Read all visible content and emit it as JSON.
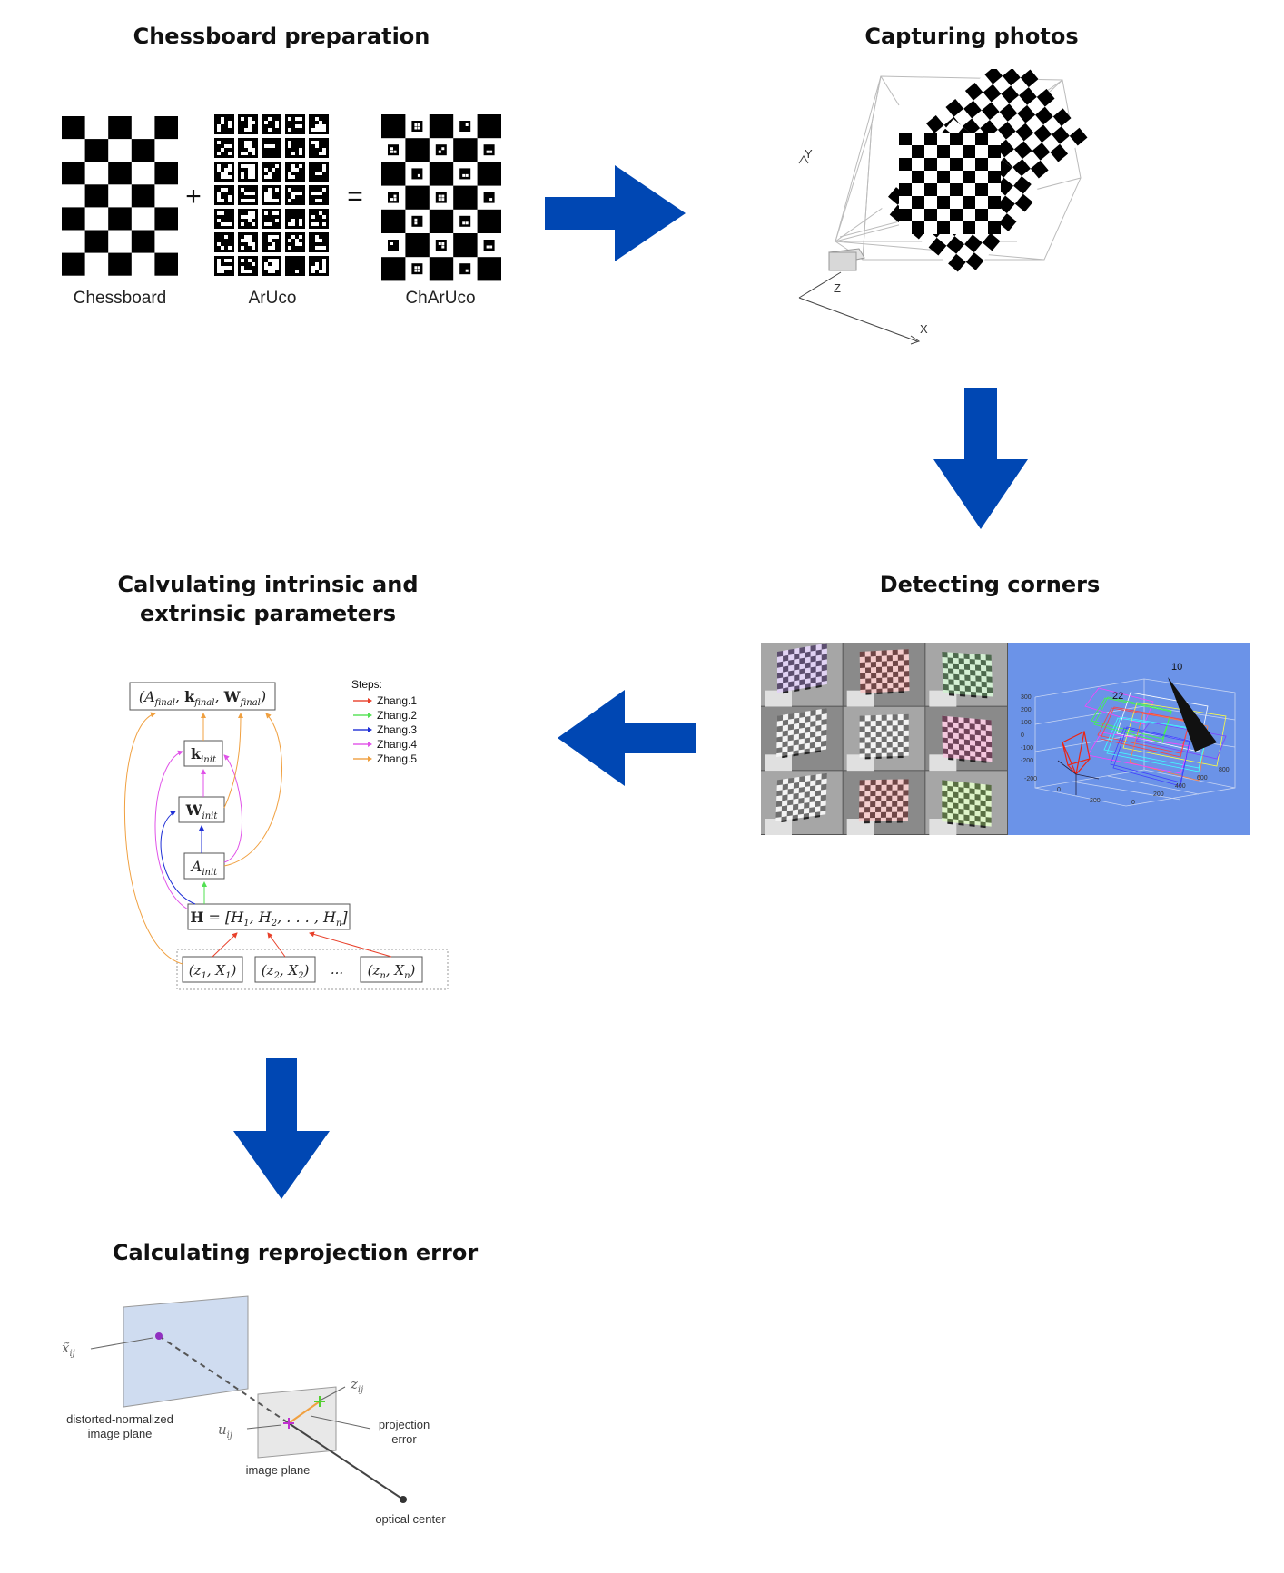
{
  "titles": {
    "step1": "Chessboard preparation",
    "step2": "Capturing photos",
    "step3": "Detecting corners",
    "step4_line1": "Calvulating intrinsic and",
    "step4_line2": "extrinsic parameters",
    "step5": "Calculating reprojection error"
  },
  "boards": {
    "chessboard": "Chessboard",
    "aruco": "ArUco",
    "charuco": "ChArUco",
    "plus": "+",
    "equals": "="
  },
  "capture": {
    "axis_x": "X",
    "axis_y": "Y",
    "axis_z": "Z"
  },
  "detect": {
    "tag_10": "10",
    "tag_22": "22",
    "y_ticks": [
      "300",
      "200",
      "100",
      "0",
      "-100",
      "-200"
    ],
    "x_ticks": [
      "800",
      "600",
      "400",
      "200",
      "0"
    ],
    "z_ticks": [
      "-200",
      "0",
      "200"
    ]
  },
  "zhang": {
    "legend_title": "Steps:",
    "legend": [
      {
        "label": "Zhang.1",
        "color": "#e8402a"
      },
      {
        "label": "Zhang.2",
        "color": "#52e052"
      },
      {
        "label": "Zhang.3",
        "color": "#1f2fd6"
      },
      {
        "label": "Zhang.4",
        "color": "#e052e8"
      },
      {
        "label": "Zhang.5",
        "color": "#f0a040"
      }
    ],
    "final": "(A_final, k_final, W_final)",
    "k_init": "k_init",
    "w_init": "W_init",
    "a_init": "A_init",
    "h": "H = [H_1, H_2, ..., H_n]",
    "obs1": "(z_1, X_1)",
    "obs2": "(z_2, X_2)",
    "dots": "...",
    "obsn": "(z_n, X_n)"
  },
  "reproj": {
    "x_tilde": "x̃_ij",
    "z_ij": "z_ij",
    "u_ij": "u_ij",
    "distorted_line1": "distorted-normalized",
    "distorted_line2": "image plane",
    "image_plane": "image plane",
    "proj_line1": "projection",
    "proj_line2": "error",
    "optical_center": "optical center"
  },
  "colors": {
    "arrow": "#0047b3",
    "plot_bg": "#6b93e8"
  }
}
